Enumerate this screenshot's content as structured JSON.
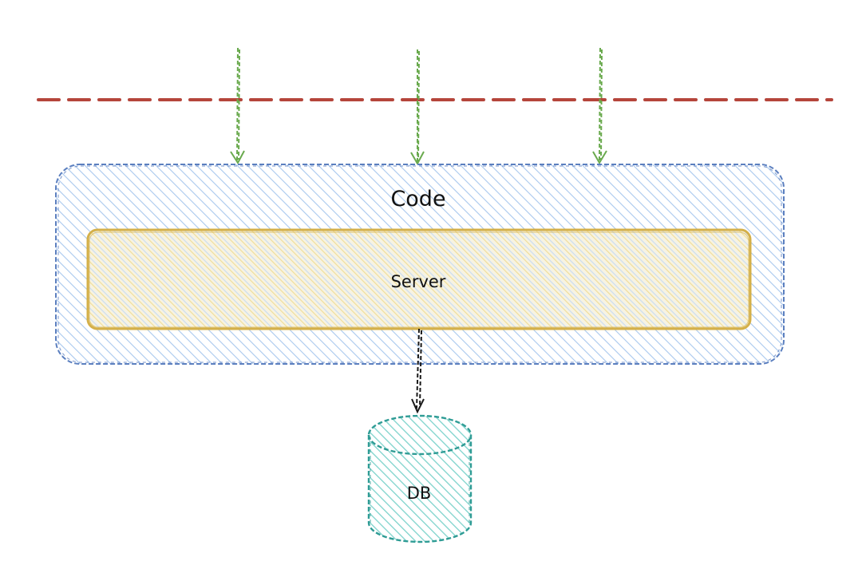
{
  "diagram": {
    "code_box": {
      "label": "Code",
      "stroke": "#5b7fbf",
      "fill": "#a9c8ee"
    },
    "server_box": {
      "label": "Server",
      "stroke": "#d4b04a",
      "fill": "#f3e3a3"
    },
    "database": {
      "label": "DB",
      "stroke": "#2f9c95",
      "fill": "#7dd3cc"
    },
    "boundary_line": {
      "stroke": "#b5453b"
    },
    "incoming_arrows": {
      "count": 3,
      "stroke": "#6aaa4e"
    },
    "db_arrow": {
      "stroke": "#1a1a1a"
    }
  }
}
